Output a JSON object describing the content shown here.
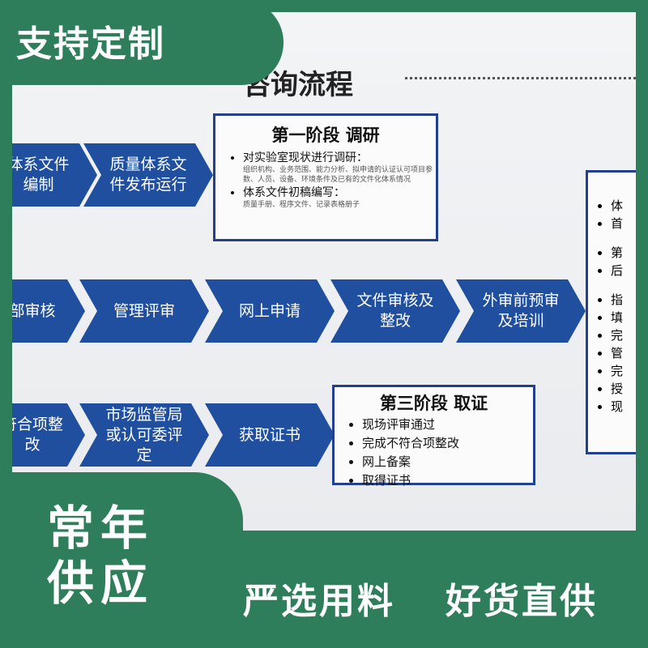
{
  "banner": {
    "label": "支持定制"
  },
  "diagram": {
    "title": "咨询流程",
    "row1": [
      "体系文件编制",
      "质量体系文件发布运行"
    ],
    "row2": [
      "部审核",
      "管理评审",
      "网上申请",
      "文件审核及整改",
      "外审前预审及培训"
    ],
    "row3": [
      "符合项整改",
      "市场监管局或认可委评定",
      "获取证书"
    ],
    "stage1": {
      "title": "第一阶段 调研",
      "items": [
        {
          "text": "对实验室现状进行调研：",
          "sub": "组织机构、业务范围、能力分析、拟申请的认证认可项目参数、人员、设备、环境条件及已有的文件化体系情况"
        },
        {
          "text": "体系文件初稿编写：",
          "sub": "质量手册、程序文件、记录表格册子"
        }
      ]
    },
    "stage3": {
      "title": "第三阶段 取证",
      "items": [
        "现场评审通过",
        "完成不符合项整改",
        "网上备案",
        "取得证书"
      ]
    },
    "right_items": [
      "体",
      "首",
      "第",
      "后",
      "指",
      "填",
      "完",
      "管",
      "完",
      "授",
      "现"
    ]
  },
  "promo": {
    "side": "常年供应",
    "slogan1": "严选用料",
    "slogan2": "好货直供"
  }
}
